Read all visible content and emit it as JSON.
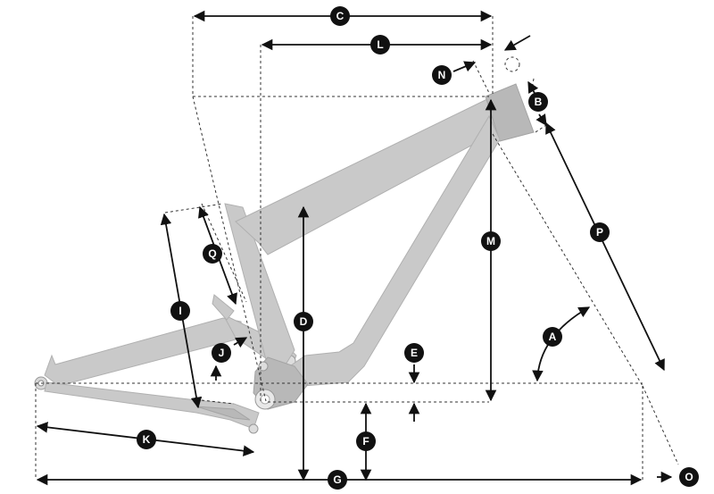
{
  "diagram": {
    "labels": {
      "A": "A",
      "B": "B",
      "C": "C",
      "D": "D",
      "E": "E",
      "F": "F",
      "G": "G",
      "I": "I",
      "J": "J",
      "K": "K",
      "L": "L",
      "M": "M",
      "N": "N",
      "O": "O",
      "P": "P",
      "Q": "Q"
    },
    "colors": {
      "frame": "#c9c9c9",
      "lines": "#111111",
      "badge": "#111111",
      "badge_text": "#ffffff"
    }
  }
}
